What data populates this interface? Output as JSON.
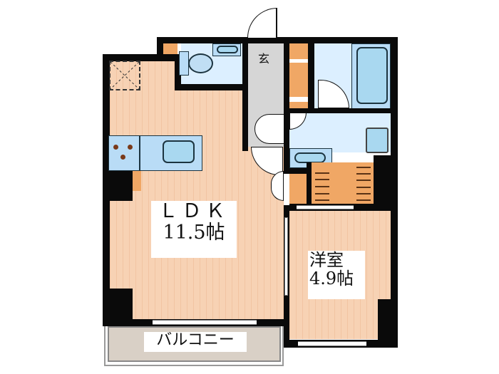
{
  "floor_plan": {
    "rooms": [
      {
        "id": "ldk",
        "name": "ＬＤＫ",
        "area": "11.5帖"
      },
      {
        "id": "western_room",
        "name": "洋室",
        "area": "4.9帖"
      },
      {
        "id": "balcony",
        "name": "バルコニー"
      },
      {
        "id": "entrance",
        "name": "玄"
      }
    ],
    "colors": {
      "wall": "#0a0a0a",
      "floor": "#f7d2b4",
      "wet_area": "#dcefff",
      "fixture": "#a9d8f0",
      "storage": "#f0a765",
      "hall": "#d6d6d6",
      "balcony": "#d9d0c6"
    }
  }
}
